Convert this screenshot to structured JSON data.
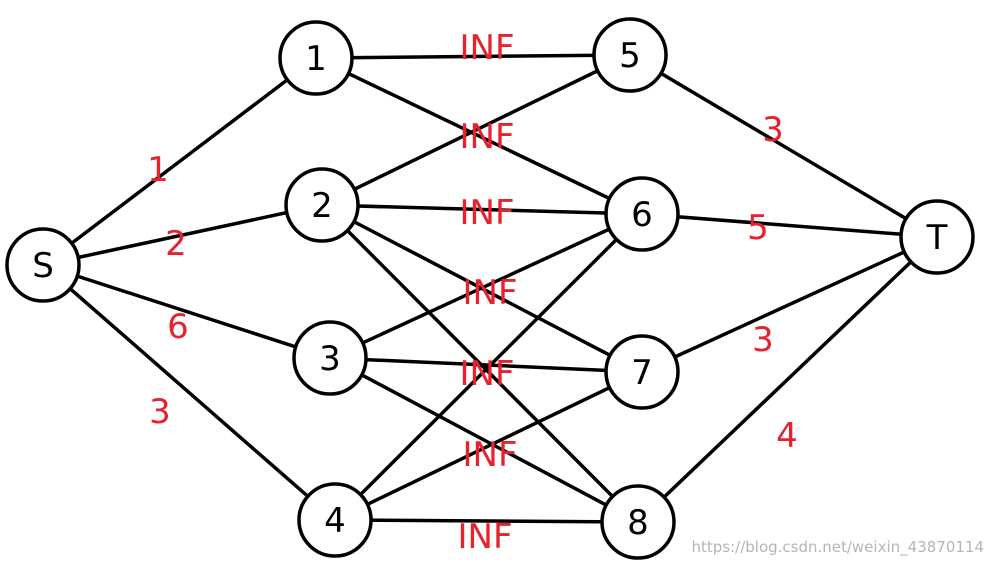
{
  "colors": {
    "edge": "#000000",
    "node_fill": "#ffffff",
    "label": "#e8212e",
    "watermark": "#b5b5b5"
  },
  "nodes": [
    {
      "id": "S",
      "label": "S"
    },
    {
      "id": "1",
      "label": "1"
    },
    {
      "id": "2",
      "label": "2"
    },
    {
      "id": "3",
      "label": "3"
    },
    {
      "id": "4",
      "label": "4"
    },
    {
      "id": "5",
      "label": "5"
    },
    {
      "id": "6",
      "label": "6"
    },
    {
      "id": "7",
      "label": "7"
    },
    {
      "id": "8",
      "label": "8"
    },
    {
      "id": "T",
      "label": "T"
    }
  ],
  "edges": [
    {
      "from": "S",
      "to": "1",
      "label": "1"
    },
    {
      "from": "S",
      "to": "2",
      "label": "2"
    },
    {
      "from": "S",
      "to": "3",
      "label": "6"
    },
    {
      "from": "S",
      "to": "4",
      "label": "3"
    },
    {
      "from": "1",
      "to": "5",
      "label": "INF"
    },
    {
      "from": "1",
      "to": "6",
      "label": "INF"
    },
    {
      "from": "2",
      "to": "5",
      "label": ""
    },
    {
      "from": "2",
      "to": "6",
      "label": "INF"
    },
    {
      "from": "2",
      "to": "7",
      "label": "INF"
    },
    {
      "from": "2",
      "to": "8",
      "label": ""
    },
    {
      "from": "3",
      "to": "6",
      "label": ""
    },
    {
      "from": "3",
      "to": "7",
      "label": "INF"
    },
    {
      "from": "3",
      "to": "8",
      "label": "INF"
    },
    {
      "from": "4",
      "to": "6",
      "label": ""
    },
    {
      "from": "4",
      "to": "7",
      "label": ""
    },
    {
      "from": "4",
      "to": "8",
      "label": "INF"
    },
    {
      "from": "5",
      "to": "T",
      "label": "3"
    },
    {
      "from": "6",
      "to": "T",
      "label": "5"
    },
    {
      "from": "7",
      "to": "T",
      "label": "3"
    },
    {
      "from": "8",
      "to": "T",
      "label": "4"
    }
  ],
  "watermark": "https://blog.csdn.net/weixin_43870114"
}
